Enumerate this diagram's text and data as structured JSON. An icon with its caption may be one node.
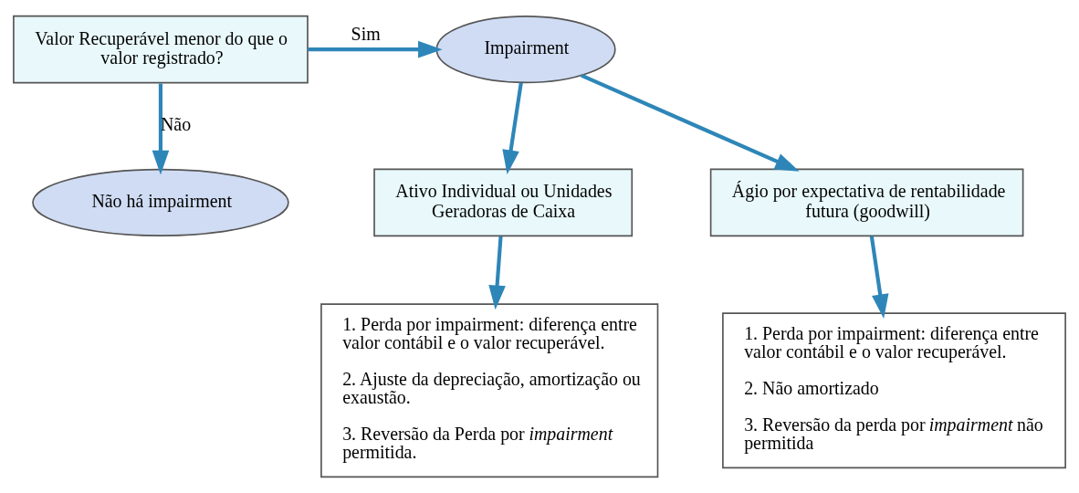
{
  "diagram": {
    "nodes": [
      {
        "text": [
          "Valor Recuperável menor do que o valor registrado?"
        ]
      },
      {
        "text": [
          "Impairment"
        ]
      },
      {
        "text": [
          "Não há impairment"
        ]
      },
      {
        "text": [
          "Ativo Individual ou Unidades Geradoras de Caixa"
        ]
      },
      {
        "text": [
          "Ágio por expectativa de rentabilidade futura (goodwill)"
        ]
      },
      {
        "text": [
          "1. Perda por impairment: diferença entre valor contábil e o valor recuperável.",
          "2. Ajuste da depreciação, amortização ou exaustão.",
          "3. Reversão da Perda por *impairment* permitida."
        ]
      },
      {
        "text": [
          "1. Perda por impairment: diferença entre valor contábil e o valor recuperável.",
          "2. Não amortizado",
          "3. Reversão da perda por *impairment* não permitida"
        ]
      }
    ],
    "edges": [
      {
        "from": 0,
        "to": 1,
        "arrow": "to",
        "label": "Sim"
      },
      {
        "from": 0,
        "to": 2,
        "arrow": "to",
        "label": "Não"
      },
      {
        "from": 1,
        "to": 3,
        "arrow": "to"
      },
      {
        "from": 1,
        "to": 4,
        "arrow": "to"
      },
      {
        "from": 3,
        "to": 5,
        "arrow": "to"
      },
      {
        "from": 4,
        "to": 6,
        "arrow": "to"
      }
    ]
  }
}
